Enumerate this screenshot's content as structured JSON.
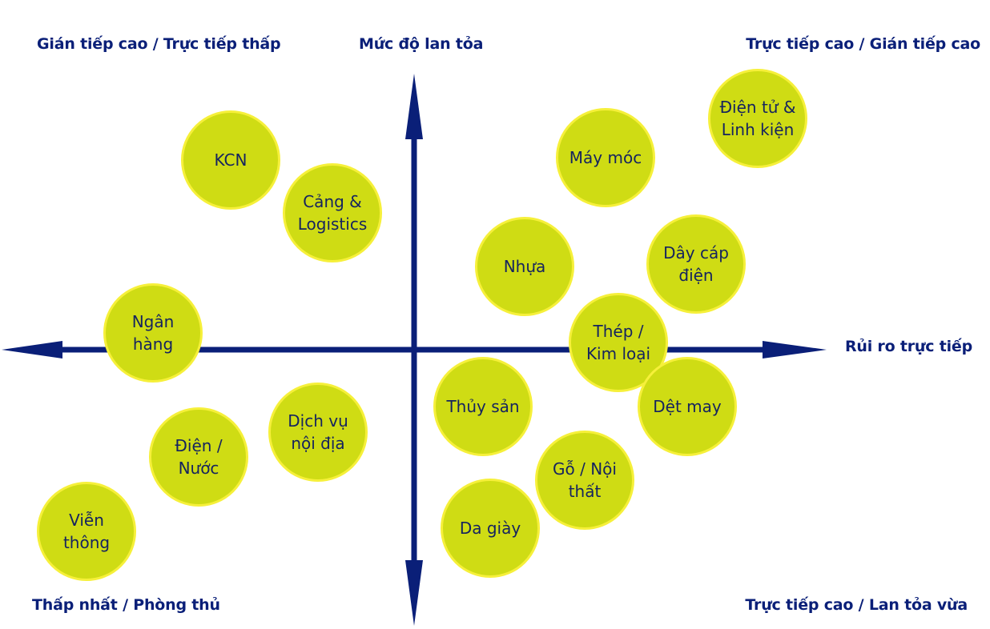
{
  "colors": {
    "axis": "#0a1f78",
    "bubble_fill": "#cfdc14",
    "bubble_stroke": "#f6f03a",
    "text": "#15235f"
  },
  "labels": {
    "top_left": "Gián tiếp cao / Trực tiếp thấp",
    "top_center": "Mức độ lan tỏa",
    "top_right": "Trực tiếp cao / Gián tiếp cao",
    "bottom_left": "Thấp nhất / Phòng thủ",
    "bottom_right": "Trực tiếp cao / Lan tỏa vừa",
    "x_axis": "Rủi ro trực tiếp"
  },
  "bubbles": [
    {
      "id": "kcn",
      "text": "KCN"
    },
    {
      "id": "cang-logistics",
      "text": "Cảng & Logistics"
    },
    {
      "id": "ngan-hang",
      "text": "Ngân hàng"
    },
    {
      "id": "dien-nuoc",
      "text": "Điện / Nước"
    },
    {
      "id": "dich-vu-noi-dia",
      "text": "Dịch vụ nội địa"
    },
    {
      "id": "vien-thong",
      "text": "Viễn thông"
    },
    {
      "id": "may-moc",
      "text": "Máy móc"
    },
    {
      "id": "dien-tu",
      "text": "Điện tử & Linh kiện"
    },
    {
      "id": "nhua",
      "text": "Nhựa"
    },
    {
      "id": "day-cap-dien",
      "text": "Dây cáp điện"
    },
    {
      "id": "thep-kim-loai",
      "text": "Thép / Kim loại"
    },
    {
      "id": "thuy-san",
      "text": "Thủy sản"
    },
    {
      "id": "det-may",
      "text": "Dệt may"
    },
    {
      "id": "go-noi-that",
      "text": "Gỗ / Nội thất"
    },
    {
      "id": "da-giay",
      "text": "Da giày"
    }
  ]
}
